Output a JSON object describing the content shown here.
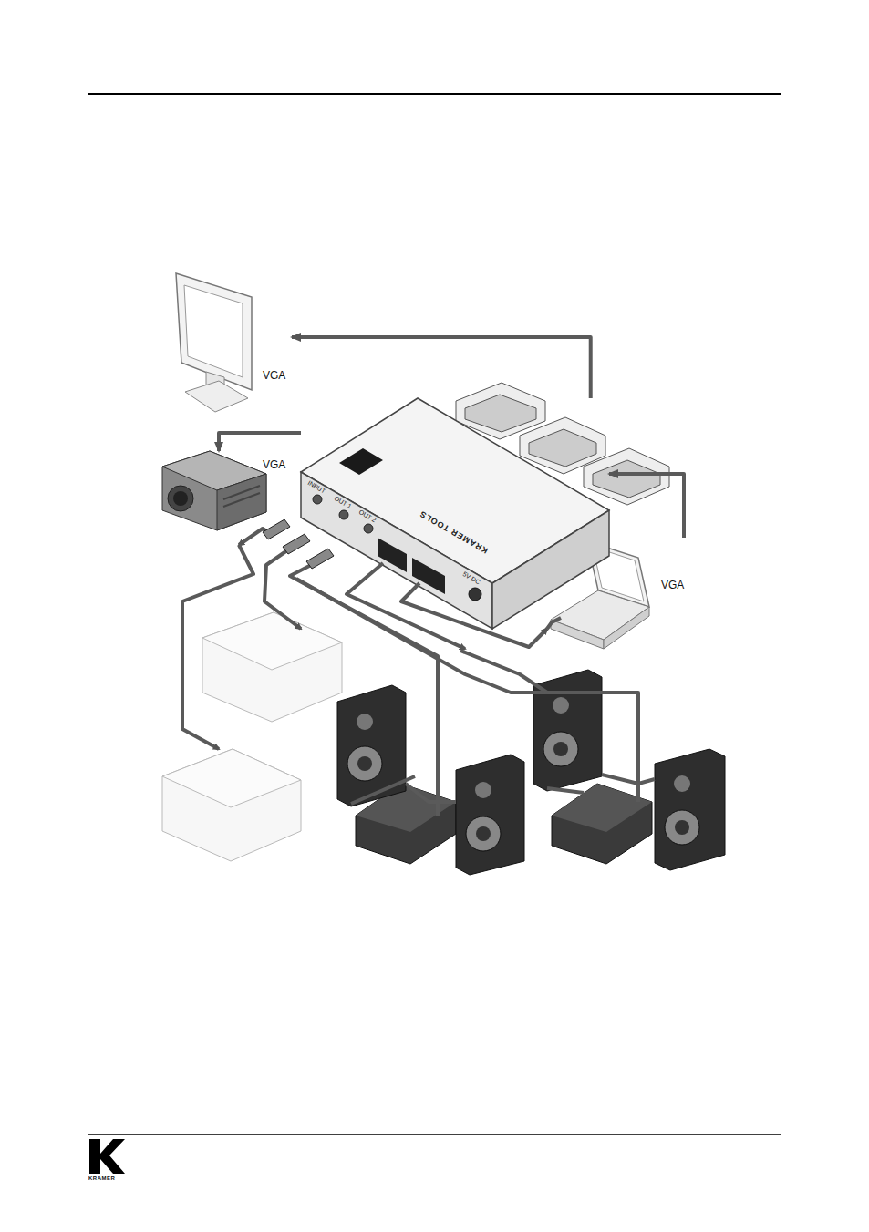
{
  "diagram": {
    "nodes": [
      {
        "text": [
          "KRAMER TOOLS"
        ]
      },
      {
        "text": [
          "VGA"
        ]
      },
      {
        "text": [
          "VGA"
        ]
      },
      {
        "text": [
          "VGA"
        ]
      }
    ],
    "edges": [
      {
        "from": 0,
        "to": 1,
        "arrow": "to"
      },
      {
        "from": 0,
        "to": 2,
        "arrow": "to"
      },
      {
        "from": 3,
        "to": 0,
        "arrow": "to"
      }
    ],
    "labels": [
      "INPUT",
      "OUT 1",
      "OUT 2",
      "5V DC",
      "KRAMER"
    ]
  }
}
